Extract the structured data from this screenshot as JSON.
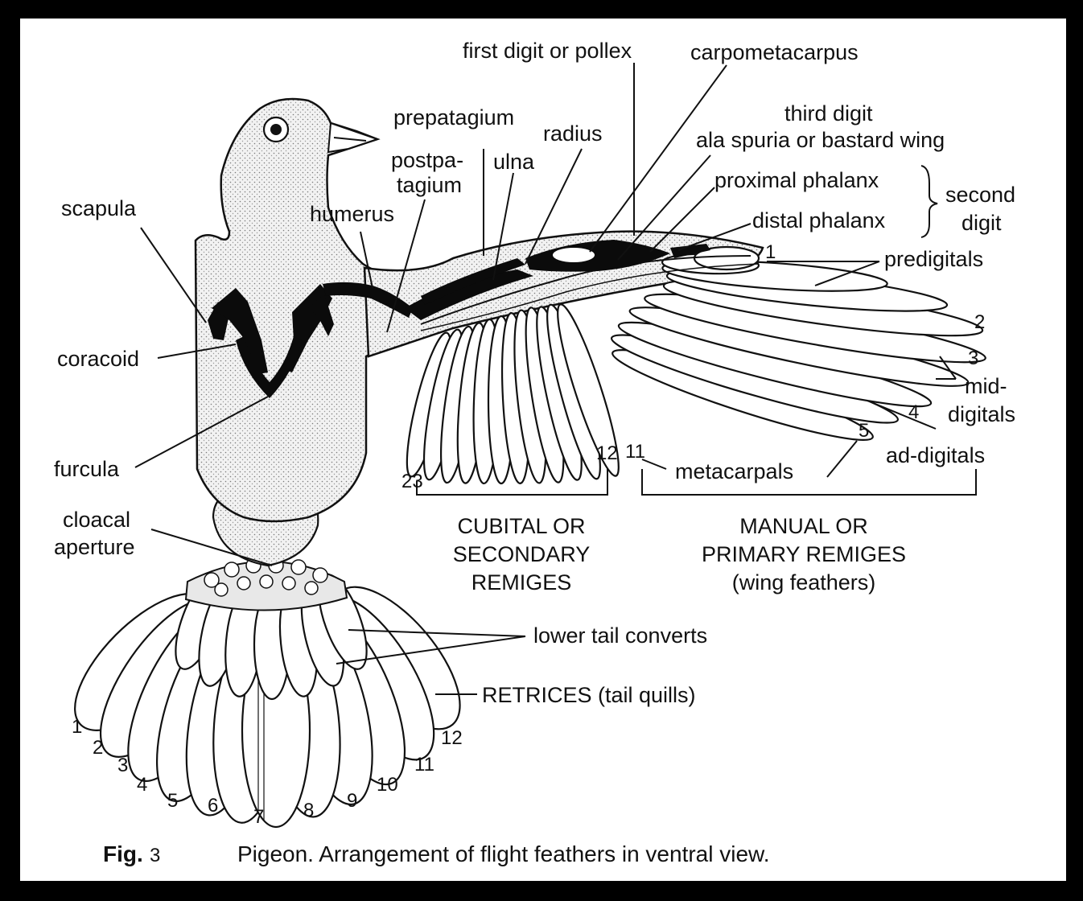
{
  "labels": {
    "first_digit": "first digit or pollex",
    "carpometacarpus": "carpometacarpus",
    "prepatagium": "prepatagium",
    "radius": "radius",
    "third_digit": "third digit",
    "ala_spuria": "ala spuria or bastard wing",
    "postpatagium_1": "postpa-",
    "postpatagium_2": "tagium",
    "ulna": "ulna",
    "scapula": "scapula",
    "humerus": "humerus",
    "proximal_phalanx": "proximal phalanx",
    "distal_phalanx": "distal phalanx",
    "second_digit_1": "second",
    "second_digit_2": "digit",
    "predigitals": "predigitals",
    "coracoid": "coracoid",
    "mid_digitals_1": "mid-",
    "mid_digitals_2": "digitals",
    "ad_digitals": "ad-digitals",
    "furcula": "furcula",
    "metacarpals": "metacarpals",
    "cloacal_1": "cloacal",
    "cloacal_2": "aperture",
    "cubital_1": "CUBITAL OR",
    "cubital_2": "SECONDARY",
    "cubital_3": "REMIGES",
    "manual_1": "MANUAL OR",
    "manual_2": "PRIMARY REMIGES",
    "manual_3": "(wing feathers)",
    "lower_tail": "lower tail converts",
    "retrices": "RETRICES (tail quills)"
  },
  "wing_numbers": {
    "n1": "1",
    "n2": "2",
    "n3": "3",
    "n4": "4",
    "n5": "5",
    "n11": "11",
    "n12": "12",
    "n23": "23"
  },
  "tail_numbers": [
    "1",
    "2",
    "3",
    "4",
    "5",
    "6",
    "7",
    "8",
    "9",
    "10",
    "11",
    "12"
  ],
  "caption": {
    "fig_label": "Fig.",
    "fig_number": "3",
    "text": "Pigeon. Arrangement of flight feathers in ventral view."
  }
}
